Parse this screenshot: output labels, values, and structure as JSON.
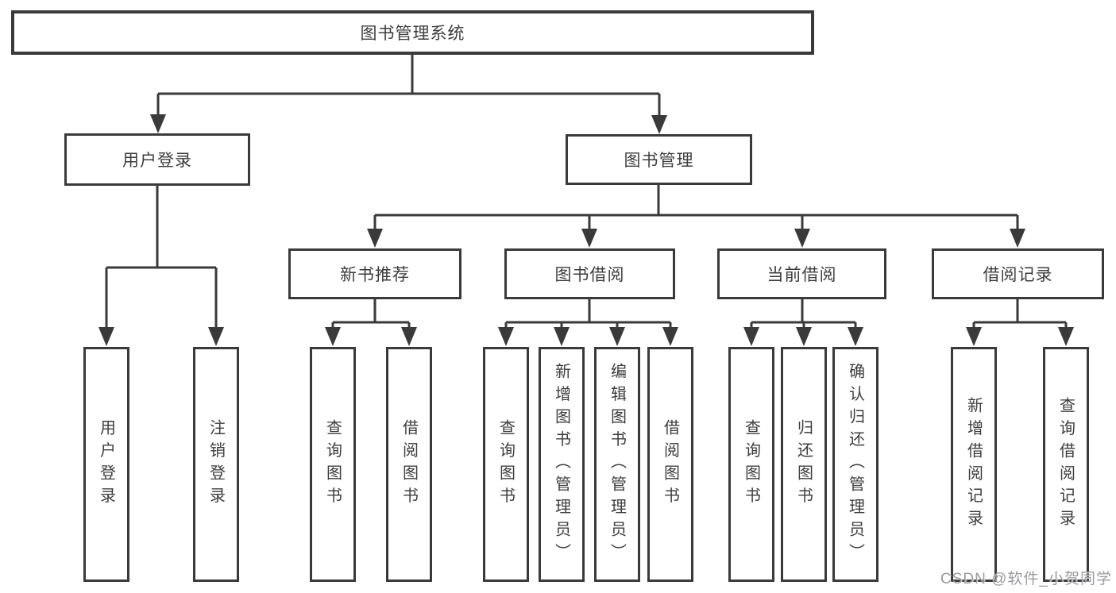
{
  "nodes": {
    "root": "图书管理系统",
    "user_login": "用户登录",
    "book_mgmt": "图书管理",
    "new_book_rec": "新书推荐",
    "book_borrow": "图书借阅",
    "current_borrow": "当前借阅",
    "borrow_record": "借阅记录",
    "leaf_user_login": "用户登录",
    "leaf_logout": "注销登录",
    "leaf_query_book_a": "查询图书",
    "leaf_borrow_book_a": "借阅图书",
    "leaf_query_book_b": "查询图书",
    "leaf_add_book": "新增图书（管理员）",
    "leaf_edit_book": "编辑图书（管理员）",
    "leaf_borrow_book_b": "借阅图书",
    "leaf_query_book_c": "查询图书",
    "leaf_return_book": "归还图书",
    "leaf_confirm_return": "确认归还（管理员）",
    "leaf_add_record": "新增借阅记录",
    "leaf_query_record": "查询借阅记录"
  },
  "watermark": "CSDN @软件_小贺同学",
  "colors": {
    "line": "#3a3a3a",
    "text": "#3d3d3d",
    "box_background": "#ffffff",
    "watermark": "#9b9b9f",
    "background": "#ffffff"
  }
}
